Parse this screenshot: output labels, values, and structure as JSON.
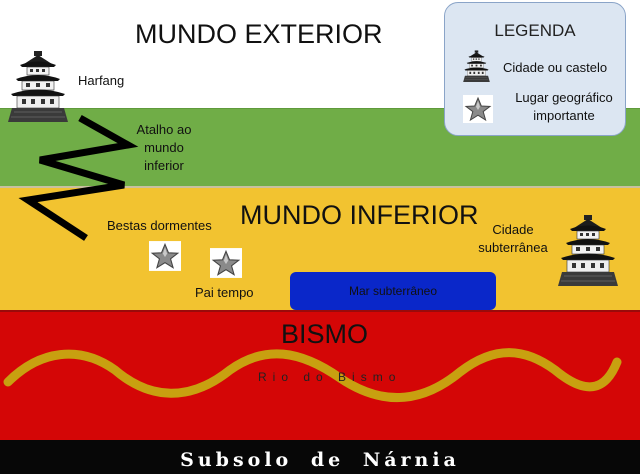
{
  "titles": {
    "exterior": "MUNDO EXTERIOR",
    "inferior": "MUNDO INFERIOR",
    "bismo": "BISMO"
  },
  "legend": {
    "title": "LEGENDA",
    "items": [
      {
        "icon": "castle-icon",
        "label": "Cidade ou castelo"
      },
      {
        "icon": "star-icon",
        "label": "Lugar geográfico importante"
      }
    ]
  },
  "places": {
    "harfang": "Harfang",
    "shortcut": "Atalho ao mundo inferior",
    "sleeping_beasts": "Bestas dormentes",
    "father_time": "Pai tempo",
    "underground_city": "Cidade subterrânea",
    "underground_sea": "Mar subterrâneo",
    "river": "Rio do Bismo"
  },
  "footer": "Subsolo de Nárnia",
  "colors": {
    "exterior": "#ffffff",
    "surface_green": "#70ad47",
    "inferior": "#f2c330",
    "bismo": "#d40606",
    "sea": "#0a27c9",
    "river": "#c8a010",
    "footer": "#070707",
    "legend_bg": "#dce6f2"
  }
}
